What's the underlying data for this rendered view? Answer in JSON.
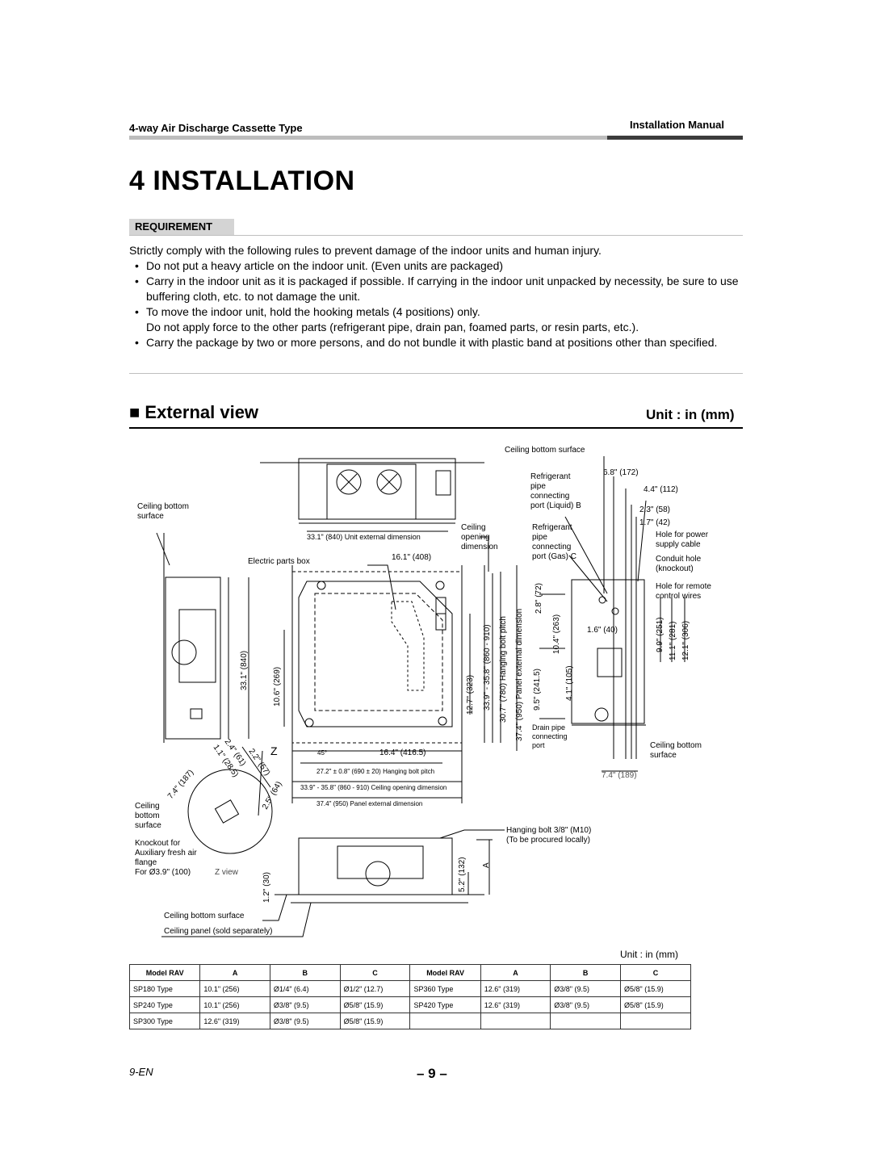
{
  "header": {
    "left": "4-way Air Discharge Cassette Type",
    "right": "Installation Manual"
  },
  "section_title": "4 INSTALLATION",
  "requirement": {
    "label": "REQUIREMENT",
    "intro": "Strictly comply with the following rules to prevent damage of the indoor units and human injury.",
    "items": [
      "Do not put a heavy article on the indoor unit. (Even units are packaged)",
      "Carry in the indoor unit as it is packaged if possible. If carrying in the indoor unit unpacked by necessity, be sure to use buffering cloth, etc. to not damage the unit.",
      "To move the indoor unit, hold the hooking metals (4 positions) only.",
      "Carry the package by two or more persons, and do not bundle it with plastic band at positions other than specified."
    ],
    "item3_extra": "Do not apply force to the other parts (refrigerant pipe, drain pan, foamed parts, or resin parts, etc.)."
  },
  "external_view": {
    "title": "External view",
    "unit": "Unit : in (mm)",
    "labels": {
      "ceiling_bottom_surface_top": "Ceiling bottom surface",
      "ceiling_bottom_surface_left": "Ceiling bottom",
      "ceiling_bottom_surface_left2": "surface",
      "unit_ext_dim": "33.1\" (840) Unit external dimension",
      "ceiling_opening_1": "Ceiling",
      "ceiling_opening_2": "opening",
      "ceiling_opening_3": "dimension",
      "electric_parts_box": "Electric parts box",
      "dim_16_1": "16.1\" (408)",
      "ref_liquid_1": "Refrigerant",
      "ref_liquid_2": "pipe",
      "ref_liquid_3": "connecting",
      "ref_liquid_4": "port (Liquid) B",
      "ref_gas_1": "Refrigerant",
      "ref_gas_2": "pipe",
      "ref_gas_3": "connecting",
      "ref_gas_4": "port (Gas) C",
      "dim_6_8": "6.8\" (172)",
      "dim_4_4": "4.4\" (112)",
      "dim_2_3": "2.3\" (58)",
      "dim_1_7": "1.7\" (42)",
      "hole_power_1": "Hole for power",
      "hole_power_2": "supply cable",
      "conduit_1": "Conduit hole",
      "conduit_2": "(knockout)",
      "hole_remote_1": "Hole for remote",
      "hole_remote_2": "control wires",
      "dim_1_6": "1.6\" (40)",
      "dim_2_8": "2.8\" (72)",
      "dim_10_4": "10.4\" (263)",
      "dim_4_1": "4.1\" (105)",
      "dim_9_5": "9.5\" (241.5)",
      "dim_9_9": "9.9\" (251)",
      "dim_11_1": "11.1\" (281)",
      "dim_12_1": "12.1\" (306)",
      "drain_1": "Drain pipe",
      "drain_2": "connecting",
      "drain_3": "port",
      "ceiling_bottom_right_1": "Ceiling bottom",
      "ceiling_bottom_right_2": "surface",
      "dim_7_4_right": "7.4\" (189)",
      "dim_33_1_v": "33.1\" (840)",
      "dim_10_6": "10.6\" (269)",
      "dim_12_7": "12.7\" (323)",
      "dim_33_9": "33.9\" - 35.8\" (860 - 910)",
      "dim_30_7": "30.7\" (780) Hanging bolt pitch",
      "dim_37_4_v": "37.4\" (950) Panel external dimension",
      "dim_16_4": "16.4\" (416.5)",
      "dim_27_2": "27.2\" ± 0.8\" (690 ± 20) Hanging bolt pitch",
      "dim_33_9_h": "33.9\" - 35.8\" (860 - 910) Ceiling opening dimension",
      "dim_37_4_h": "37.4\" (950) Panel external dimension",
      "angle_45": "45°",
      "z_mark": "Z",
      "dim_2_4": "2.4\" (61)",
      "dim_1_1": "1.1\" (28.5)",
      "dim_2_2": "2.2\" (57)",
      "dim_2_5": "2.5\" (64)",
      "dim_7_4_diag": "7.4\" (187)",
      "ceiling_left_1": "Ceiling",
      "ceiling_left_2": "bottom",
      "ceiling_left_3": "surface",
      "knockout_1": "Knockout for",
      "knockout_2": "Auxiliary fresh air",
      "knockout_3": "flange",
      "knockout_4": "For Ø3.9\" (100)",
      "z_view": "Z view",
      "hanging_bolt_1": "Hanging bolt 3/8\" (M10)",
      "hanging_bolt_2": "(To be procured locally)",
      "dim_1_2": "1.2\" (30)",
      "dim_5_2": "5.2\" (132)",
      "label_a": "A",
      "ceiling_bottom_bottom": "Ceiling bottom surface",
      "ceiling_panel": "Ceiling panel (sold separately)"
    }
  },
  "table": {
    "unit": "Unit : in (mm)",
    "headers": [
      "Model RAV",
      "A",
      "B",
      "C",
      "Model RAV",
      "A",
      "B",
      "C"
    ],
    "rows": [
      [
        "SP180 Type",
        "10.1\" (256)",
        "Ø1/4\" (6.4)",
        "Ø1/2\" (12.7)",
        "SP360 Type",
        "12.6\" (319)",
        "Ø3/8\" (9.5)",
        "Ø5/8\" (15.9)"
      ],
      [
        "SP240 Type",
        "10.1\" (256)",
        "Ø3/8\" (9.5)",
        "Ø5/8\" (15.9)",
        "SP420 Type",
        "12.6\" (319)",
        "Ø3/8\" (9.5)",
        "Ø5/8\" (15.9)"
      ],
      [
        "SP300 Type",
        "12.6\" (319)",
        "Ø3/8\" (9.5)",
        "Ø5/8\" (15.9)",
        "",
        "",
        "",
        ""
      ]
    ]
  },
  "footer": {
    "page_code": "9-EN",
    "page_number": "– 9 –"
  }
}
